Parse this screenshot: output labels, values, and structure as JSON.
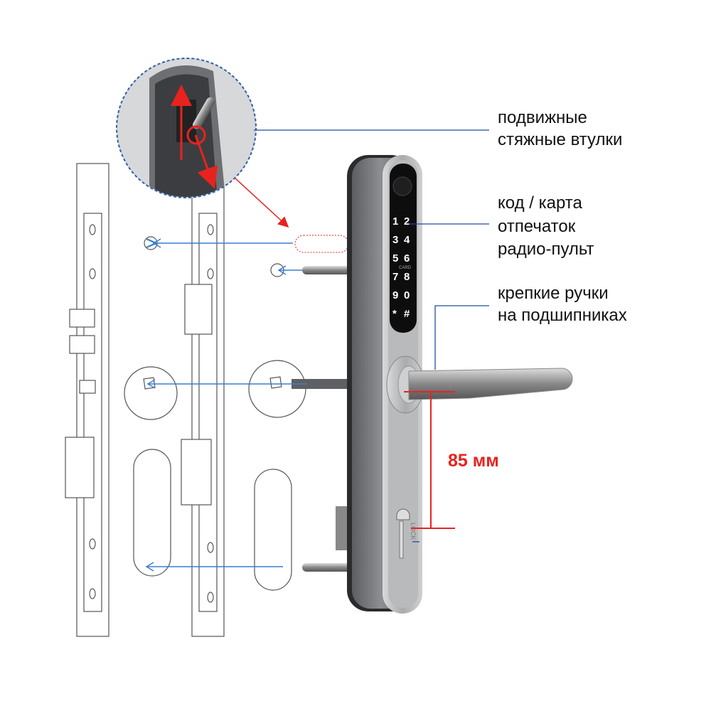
{
  "labels": {
    "bushings_line1": "подвижные",
    "bushings_line2": "стяжные втулки",
    "access_line1": "код / карта",
    "access_line2": "отпечаток",
    "access_line3": "радио-пульт",
    "handles_line1": "крепкие ручки",
    "handles_line2": "на подшипниках",
    "dimension": "85 мм"
  },
  "keypad": {
    "keys": [
      "1",
      "2",
      "3",
      "4",
      "5",
      "6",
      "7",
      "8",
      "9",
      "0",
      "*",
      "#"
    ],
    "card_mark": "CARD"
  },
  "cylinder_mark": "LOCK",
  "colors": {
    "leader_blue": "#1f4e9c",
    "dimension_red": "#e8231f",
    "arrow_blue": "#3b7fd0"
  }
}
